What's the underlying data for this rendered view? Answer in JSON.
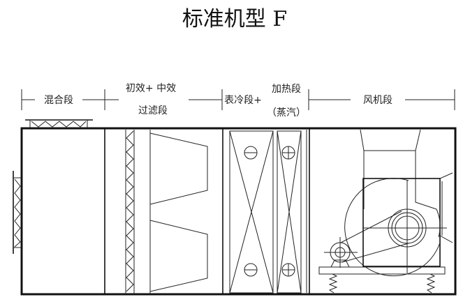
{
  "title": "标准机型 F",
  "sections": {
    "mixing": "混合段",
    "filter_line1": "初效+ 中效",
    "filter_line2": "过滤段",
    "cooling": "表冷段+",
    "heating_line1": "加热段",
    "heating_line2": "（蒸汽）",
    "fan": "风机段"
  }
}
